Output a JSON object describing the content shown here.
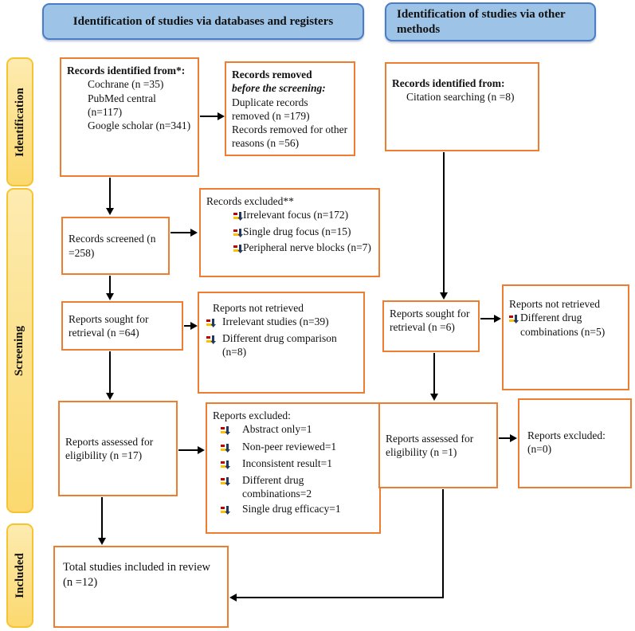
{
  "headers": {
    "databases": "Identification of studies via databases and registers",
    "other": "Identification of studies via other methods"
  },
  "stages": {
    "identification": "Identification",
    "screening": "Screening",
    "included": "Included"
  },
  "colors": {
    "box_border": "#ED7D31",
    "header_fill": "#9DC3E6",
    "header_border": "#4A7CC7",
    "stage_fill": "#FBD96F",
    "stage_border": "#F7C331",
    "arrow": "#000000",
    "bullet_red": "#C00000",
    "bullet_blue": "#203864",
    "bullet_yellow": "#FFC000"
  },
  "icons": {
    "bullet": "colored-arrow-bullet-icon"
  },
  "boxes": {
    "records_identified_db": {
      "heading": "Records identified from*:",
      "items": [
        "Cochrane (n =35)",
        "PubMed central (n=117)",
        "Google scholar (n=341)"
      ]
    },
    "records_removed": {
      "heading_bold": "Records removed",
      "heading_italic": "before the screening:",
      "lines": [
        "Duplicate records removed (n =179)",
        "Records removed for other reasons (n =56)"
      ]
    },
    "records_screened": "Records screened (n =258)",
    "records_excluded": {
      "title": "Records excluded**",
      "bullets": [
        "Irrelevant focus (n=172)",
        "Single drug focus (n=15)",
        "Peripheral nerve blocks (n=7)"
      ]
    },
    "reports_sought_db": "Reports sought for retrieval (n =64)",
    "reports_not_retrieved_db": {
      "title": "Reports not retrieved",
      "bullets": [
        "Irrelevant studies (n=39)",
        "Different drug comparison (n=8)"
      ]
    },
    "reports_assessed_db": "Reports assessed for eligibility (n =17)",
    "reports_excluded_db": {
      "title": "Reports excluded:",
      "bullets": [
        "Abstract only=1",
        "Non-peer reviewed=1",
        "Inconsistent result=1",
        "Different drug combinations=2",
        "Single drug efficacy=1"
      ]
    },
    "total_included": "Total studies included in review (n =12)",
    "records_identified_other": {
      "heading": "Records identified from:",
      "body": "Citation searching (n =8)"
    },
    "reports_sought_other": "Reports sought for retrieval (n =6)",
    "reports_not_retrieved_other": {
      "title": "Reports not retrieved",
      "bullets": [
        "Different drug combinations (n=5)"
      ]
    },
    "reports_assessed_other": "Reports assessed for eligibility (n =1)",
    "reports_excluded_other": {
      "line1": "Reports excluded:",
      "line2": "(n=0)"
    }
  }
}
